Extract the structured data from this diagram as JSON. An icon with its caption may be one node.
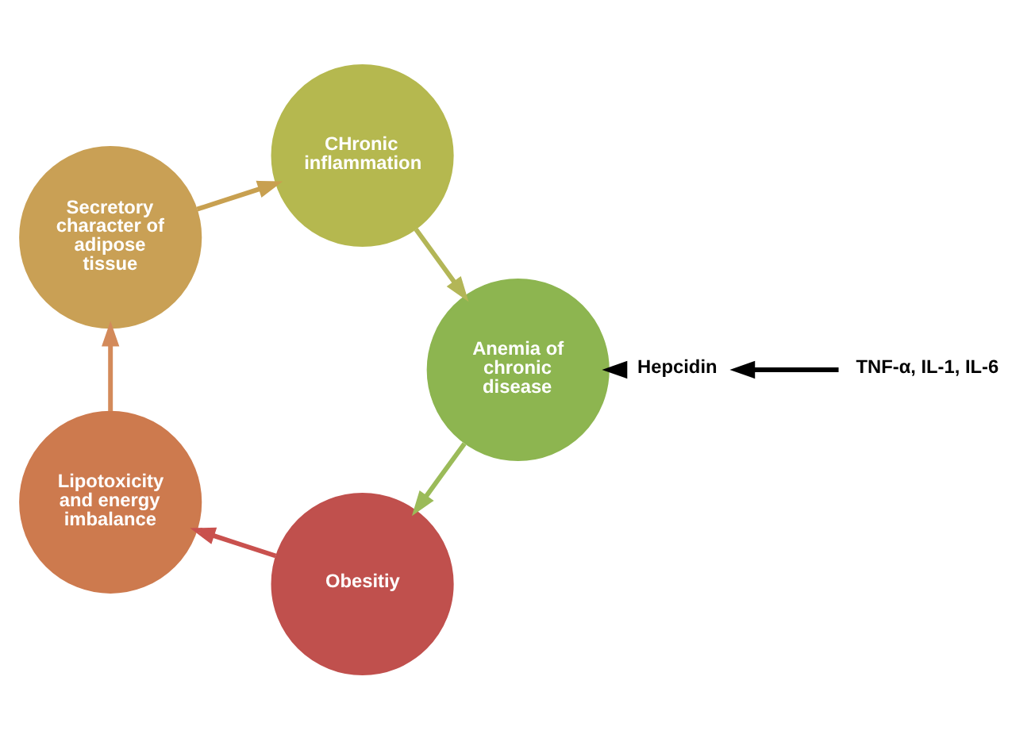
{
  "diagram": {
    "nodes": [
      {
        "text": [
          "Obesitiy"
        ]
      },
      {
        "text": [
          "Lipotoxicity and energy imbalance"
        ]
      },
      {
        "text": [
          "Secretory character of adipose tissue"
        ]
      },
      {
        "text": [
          "CHronic inflammation"
        ]
      },
      {
        "text": [
          "Anemia of chronic disease"
        ]
      },
      {
        "text": [
          "TNF-α, IL-1, IL-6"
        ]
      },
      {
        "text": [
          "Hepcidin"
        ]
      }
    ],
    "edges": [
      {
        "from": 0,
        "to": 1,
        "arrow": "to",
        "color": "#c9514e"
      },
      {
        "from": 1,
        "to": 2,
        "arrow": "to",
        "color": "#d38a5a"
      },
      {
        "from": 2,
        "to": 3,
        "arrow": "to",
        "color": "#c8a050"
      },
      {
        "from": 3,
        "to": 4,
        "arrow": "to",
        "color": "#b3b657"
      },
      {
        "from": 4,
        "to": 0,
        "arrow": "to",
        "color": "#9bbb59"
      },
      {
        "from": 5,
        "to": 6,
        "arrow": "to",
        "color": "#000000"
      },
      {
        "from": 6,
        "to": 4,
        "arrow": "to",
        "color": "#000000"
      }
    ]
  }
}
